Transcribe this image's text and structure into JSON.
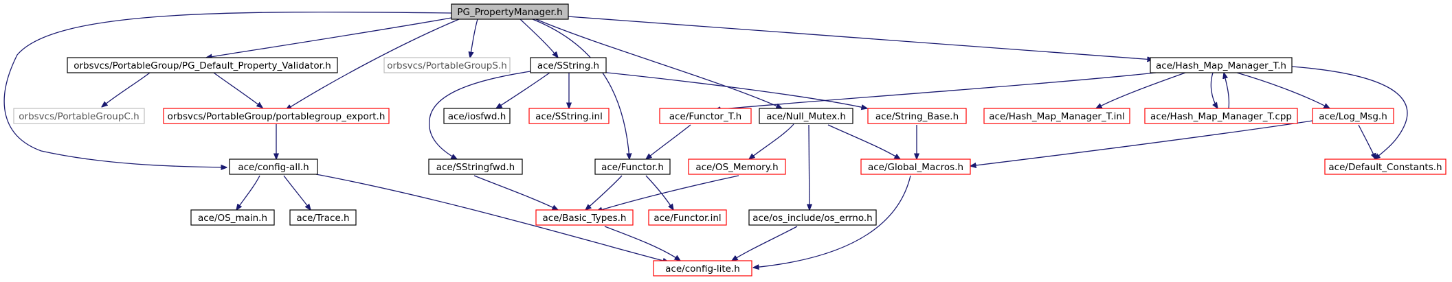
{
  "colors": {
    "edge": "#191970",
    "root_fill": "#bfbfbf",
    "border_black": "#000000",
    "border_red": "#ff0000",
    "border_gray": "#bfbfbf"
  },
  "nodes": [
    {
      "id": "pg_property_manager",
      "label": "PG_PropertyManager.h",
      "style": "root"
    },
    {
      "id": "pg_default_property_validator",
      "label": "orbsvcs/PortableGroup/PG_Default_Property_Validator.h",
      "style": "black"
    },
    {
      "id": "portablegroups_h",
      "label": "orbsvcs/PortableGroupS.h",
      "style": "gray"
    },
    {
      "id": "ace_sstring_h",
      "label": "ace/SString.h",
      "style": "black"
    },
    {
      "id": "ace_hash_map_manager_t_h",
      "label": "ace/Hash_Map_Manager_T.h",
      "style": "black"
    },
    {
      "id": "portablegroupc_h",
      "label": "orbsvcs/PortableGroupC.h",
      "style": "gray"
    },
    {
      "id": "portablegroup_export_h",
      "label": "orbsvcs/PortableGroup/portablegroup_export.h",
      "style": "red"
    },
    {
      "id": "ace_iosfwd_h",
      "label": "ace/iosfwd.h",
      "style": "black"
    },
    {
      "id": "ace_sstring_inl",
      "label": "ace/SString.inl",
      "style": "red"
    },
    {
      "id": "ace_functor_t_h",
      "label": "ace/Functor_T.h",
      "style": "red"
    },
    {
      "id": "ace_null_mutex_h",
      "label": "ace/Null_Mutex.h",
      "style": "black"
    },
    {
      "id": "ace_string_base_h",
      "label": "ace/String_Base.h",
      "style": "red"
    },
    {
      "id": "ace_hash_map_manager_t_inl",
      "label": "ace/Hash_Map_Manager_T.inl",
      "style": "red"
    },
    {
      "id": "ace_hash_map_manager_t_cpp",
      "label": "ace/Hash_Map_Manager_T.cpp",
      "style": "red"
    },
    {
      "id": "ace_log_msg_h",
      "label": "ace/Log_Msg.h",
      "style": "red"
    },
    {
      "id": "ace_config_all_h",
      "label": "ace/config-all.h",
      "style": "black"
    },
    {
      "id": "ace_sstringfwd_h",
      "label": "ace/SStringfwd.h",
      "style": "black"
    },
    {
      "id": "ace_functor_h",
      "label": "ace/Functor.h",
      "style": "black"
    },
    {
      "id": "ace_os_memory_h",
      "label": "ace/OS_Memory.h",
      "style": "red"
    },
    {
      "id": "ace_global_macros_h",
      "label": "ace/Global_Macros.h",
      "style": "red"
    },
    {
      "id": "ace_default_constants_h",
      "label": "ace/Default_Constants.h",
      "style": "red"
    },
    {
      "id": "ace_os_main_h",
      "label": "ace/OS_main.h",
      "style": "black"
    },
    {
      "id": "ace_trace_h",
      "label": "ace/Trace.h",
      "style": "black"
    },
    {
      "id": "ace_basic_types_h",
      "label": "ace/Basic_Types.h",
      "style": "red"
    },
    {
      "id": "ace_functor_inl",
      "label": "ace/Functor.inl",
      "style": "red"
    },
    {
      "id": "ace_os_include_os_errno_h",
      "label": "ace/os_include/os_errno.h",
      "style": "black"
    },
    {
      "id": "ace_config_lite_h",
      "label": "ace/config-lite.h",
      "style": "red"
    }
  ]
}
